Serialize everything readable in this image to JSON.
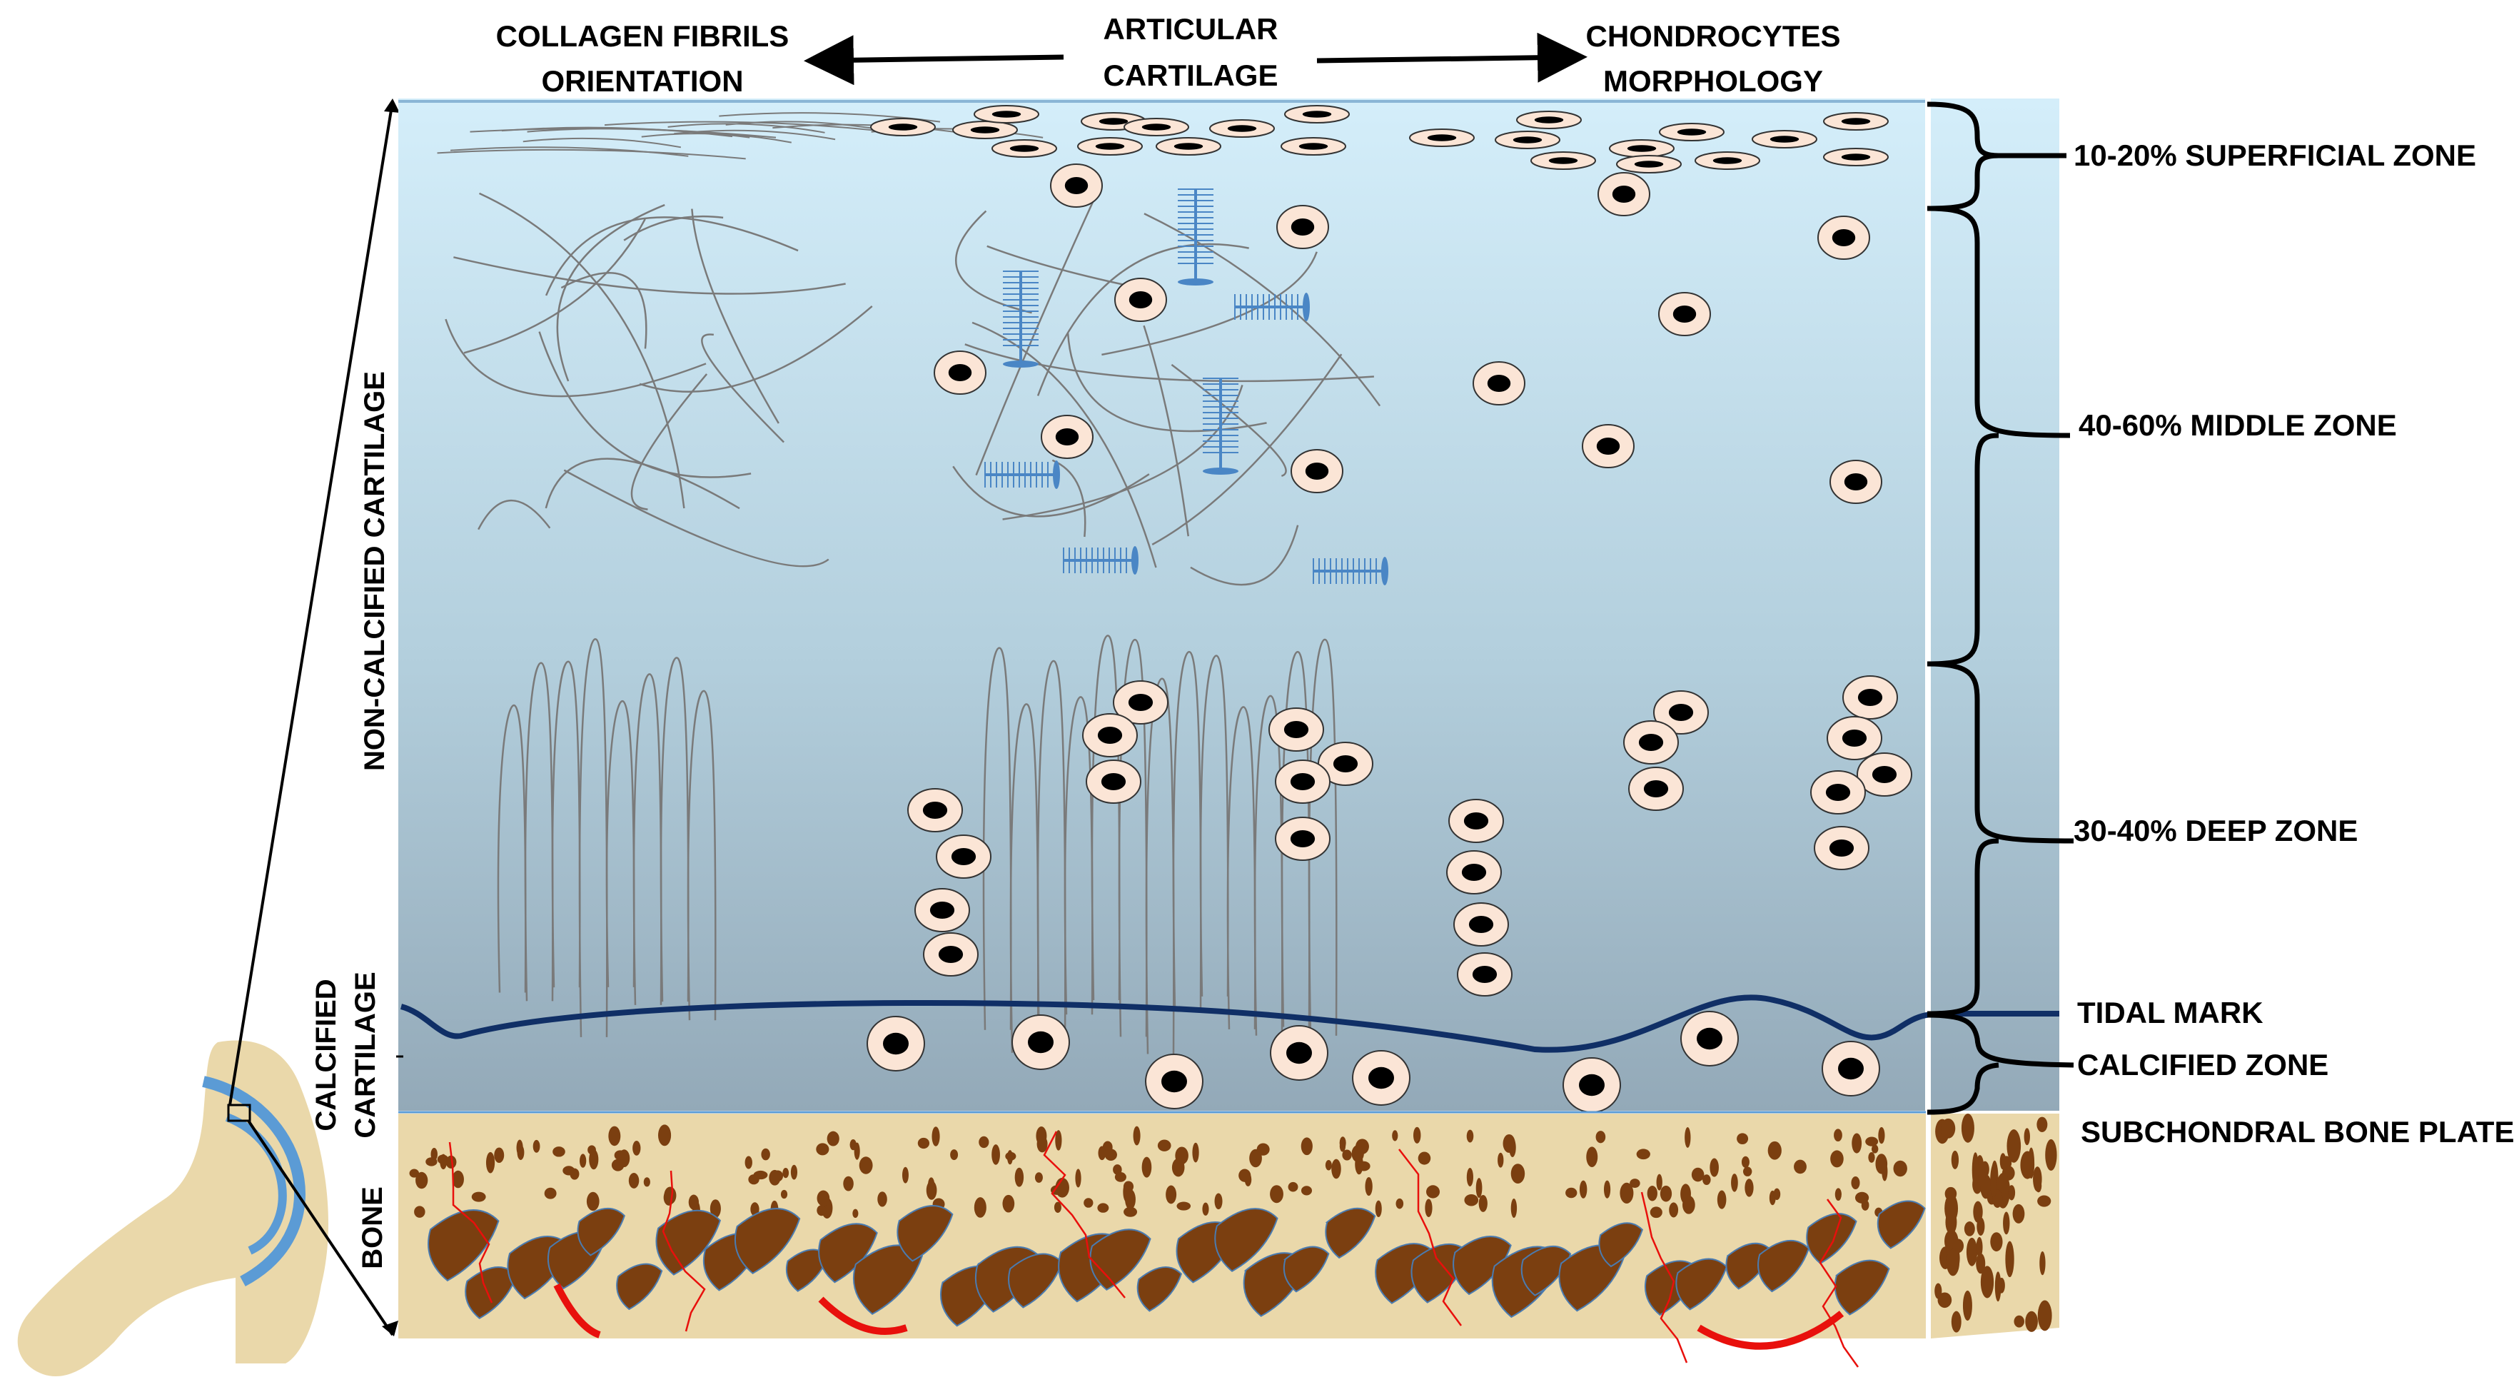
{
  "header": {
    "center_line1": "ARTICULAR",
    "center_line2": "CARTILAGE",
    "left_line1": "COLLAGEN FIBRILS",
    "left_line2": "ORIENTATION",
    "right_line1": "CHONDROCYTES",
    "right_line2": "MORPHOLOGY"
  },
  "left_labels": {
    "non_calcified": "NON-CALCIFIED CARTILAGE",
    "calcified_line1": "CALCIFIED",
    "calcified_line2": "CARTILAGE",
    "bone": "BONE"
  },
  "zones": [
    {
      "label": "10-20% SUPERFICIAL ZONE"
    },
    {
      "label": "40-60% MIDDLE ZONE"
    },
    {
      "label": "30-40% DEEP ZONE"
    },
    {
      "label": "TIDAL MARK"
    },
    {
      "label": "CALCIFIED ZONE"
    },
    {
      "label": "SUBCHONDRAL BONE PLATE"
    }
  ],
  "colors": {
    "cartilage_top": "#d4eefa",
    "cartilage_bottom": "#93a9b8",
    "bone_beige": "#ead8aa",
    "trabecula_brown": "#7b3f10",
    "vessel_red": "#e8100c",
    "tidal_mark_navy": "#102f66",
    "cell_fill": "#fbe5d6",
    "fibril_gray": "#7a7a7a",
    "proteoglycan_blue": "#4a86c5",
    "joint_blue": "#5b9bd5"
  }
}
